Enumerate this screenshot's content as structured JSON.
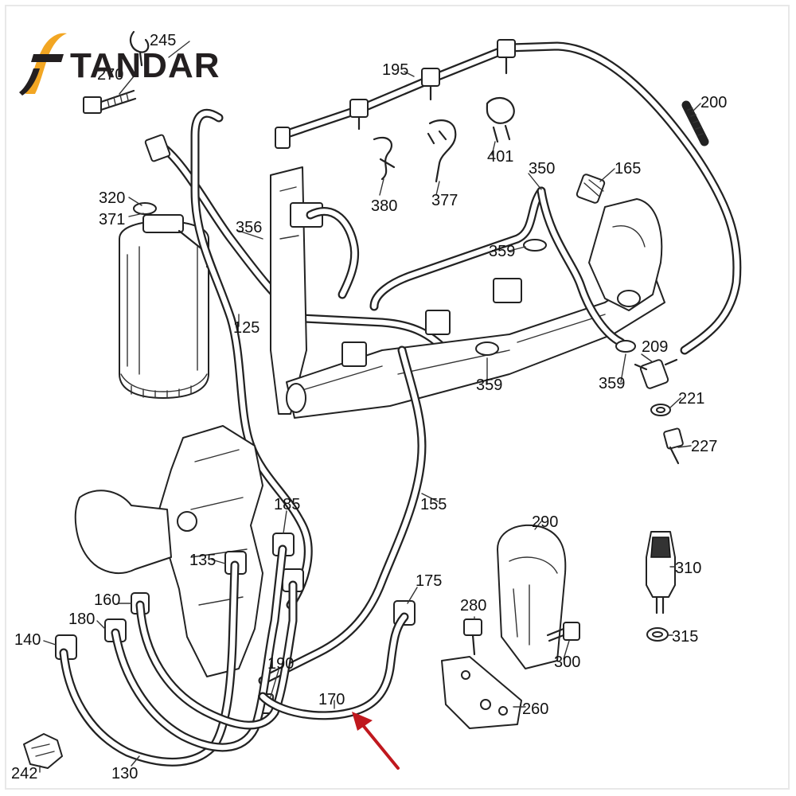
{
  "brand": {
    "logo_text": "TANDAR",
    "accent_color": "#f2a623",
    "text_color": "#231f20"
  },
  "diagram": {
    "highlight_color": "#c0181e",
    "highlighted_part": "170",
    "part_labels": {
      "p245": "245",
      "p270": "270",
      "p195": "195",
      "p200": "200",
      "p320": "320",
      "p371": "371",
      "p356": "356",
      "p380": "380",
      "p377": "377",
      "p401": "401",
      "p350": "350",
      "p165": "165",
      "p359a": "359",
      "p125": "125",
      "p209": "209",
      "p359b": "359",
      "p359c": "359",
      "p221": "221",
      "p227": "227",
      "p155": "155",
      "p185": "185",
      "p290": "290",
      "p135": "135",
      "p175": "175",
      "p310": "310",
      "p160": "160",
      "p280": "280",
      "p180": "180",
      "p140": "140",
      "p315": "315",
      "p300": "300",
      "p190": "190",
      "p170": "170",
      "p260": "260",
      "p242": "242",
      "p130": "130"
    }
  }
}
